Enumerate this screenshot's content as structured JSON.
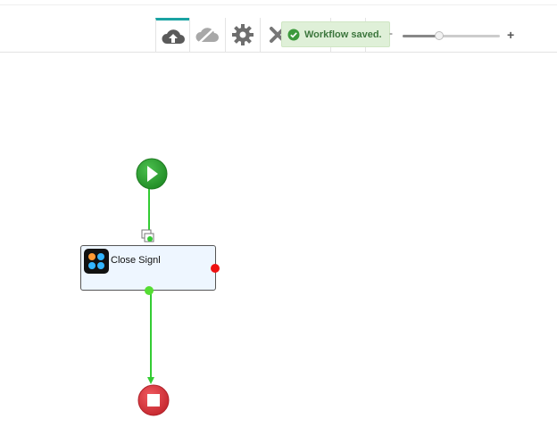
{
  "toolbar": {
    "buttons": [
      {
        "name": "upload-cloud-button",
        "icon": "cloud-upload-icon"
      },
      {
        "name": "cloud-disabled-button",
        "icon": "cloud-off-icon"
      },
      {
        "name": "settings-button",
        "icon": "gear-icon"
      },
      {
        "name": "close-button",
        "icon": "close-icon"
      }
    ],
    "active_color": "#1aa3a3"
  },
  "toast": {
    "message": "Workflow saved.",
    "icon": "check-circle-icon",
    "color": "#3c763d",
    "background": "#dff0d8"
  },
  "zoom": {
    "minus_label": "-",
    "plus_label": "+",
    "level": 0.38
  },
  "workflow": {
    "start": {
      "icon": "play-icon",
      "color": "#2e9e34"
    },
    "node": {
      "label": "Close Signl",
      "icon": "app-icon"
    },
    "end": {
      "icon": "stop-icon",
      "color": "#d9363e"
    },
    "connector_color": "#33cc33",
    "error_port_color": "#ee1111"
  }
}
